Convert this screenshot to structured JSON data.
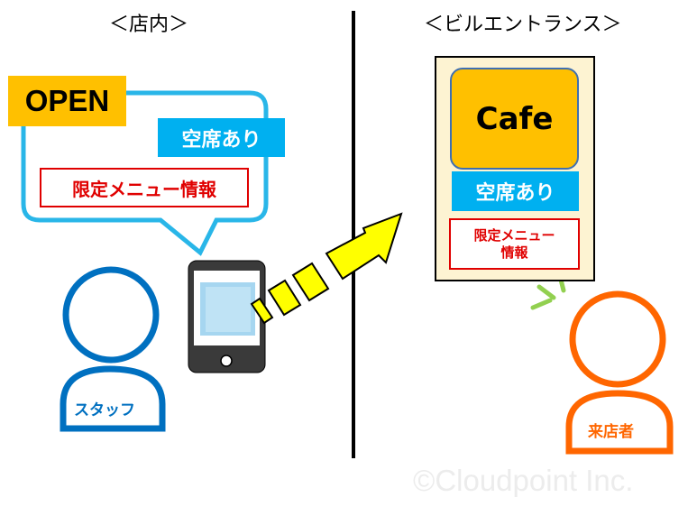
{
  "headings": {
    "store_inside": "＜店内＞",
    "building_entrance": "＜ビルエントランス＞"
  },
  "store": {
    "open_sign": "OPEN",
    "vacancy": "空席あり",
    "limited_menu": "限定メニュー情報",
    "staff_label": "スタッフ"
  },
  "entrance": {
    "cafe_sign": "Cafe",
    "vacancy": "空席あり",
    "limited_menu_line1": "限定メニュー",
    "limited_menu_line2": "情報",
    "visitor_label": "来店者"
  },
  "watermark": "©Cloudpoint Inc.",
  "colors": {
    "bubble_border": "#29b6e8",
    "staff": "#0070c0",
    "visitor": "#ff6600",
    "open_bg": "#ffc000",
    "vacancy_bg": "#00b0f0",
    "menu_red": "#e00000",
    "arrow_fill": "#ffff00",
    "glow": "#92d050"
  }
}
